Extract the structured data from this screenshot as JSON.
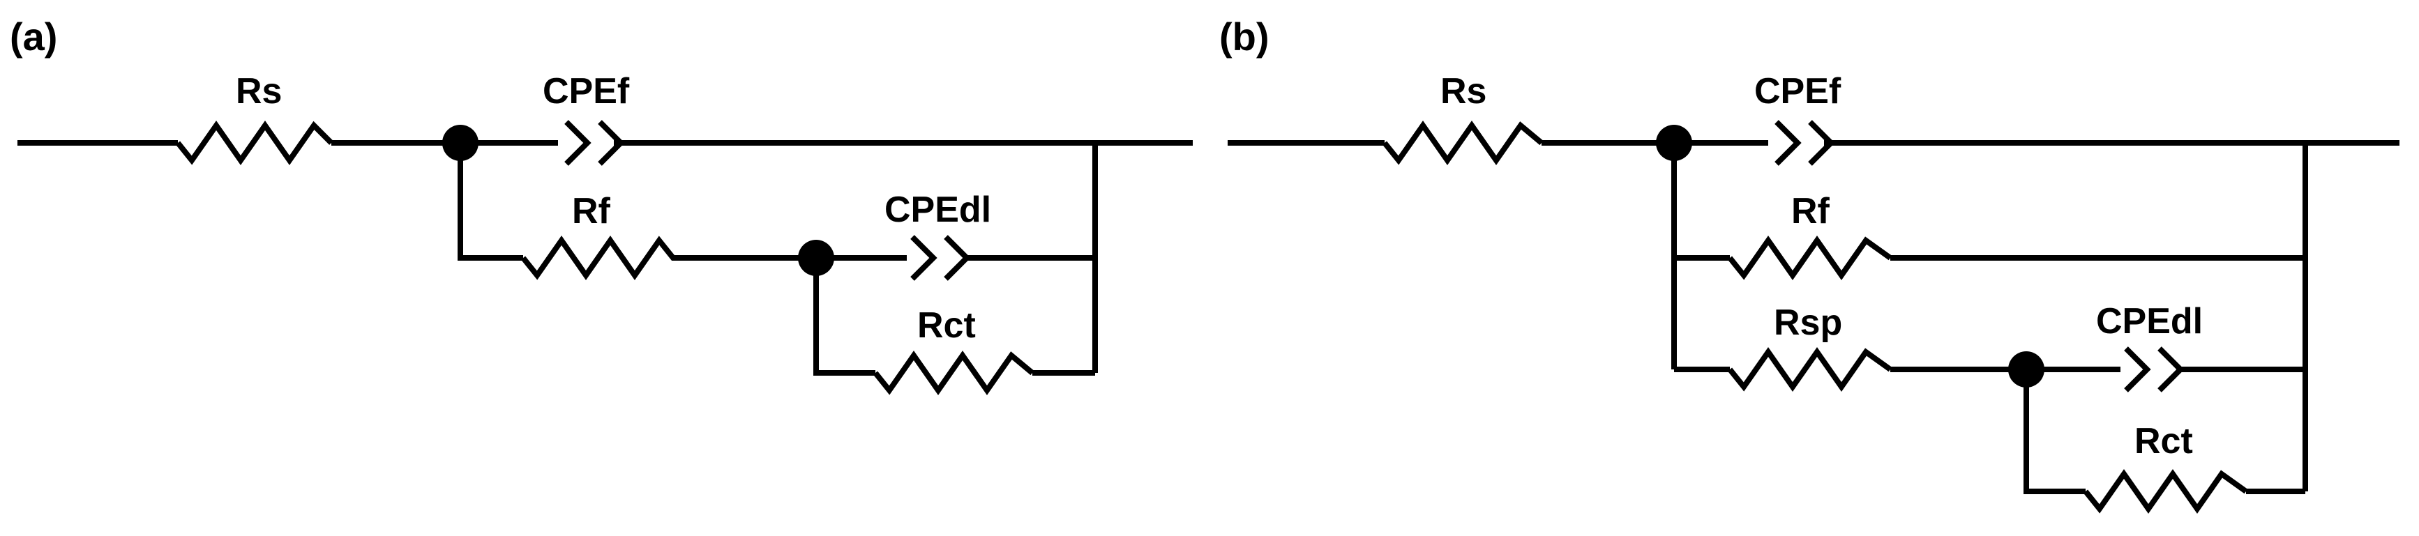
{
  "panels": [
    {
      "label": "(a)",
      "components": {
        "rs": "Rs",
        "cpef": "CPEf",
        "rf": "Rf",
        "cpedl": "CPEdl",
        "rct": "Rct"
      }
    },
    {
      "label": "(b)",
      "components": {
        "rs": "Rs",
        "cpef": "CPEf",
        "rf": "Rf",
        "rsp": "Rsp",
        "cpedl": "CPEdl",
        "rct": "Rct"
      }
    }
  ],
  "colors": {
    "ink": "#000000",
    "background": "#ffffff"
  }
}
